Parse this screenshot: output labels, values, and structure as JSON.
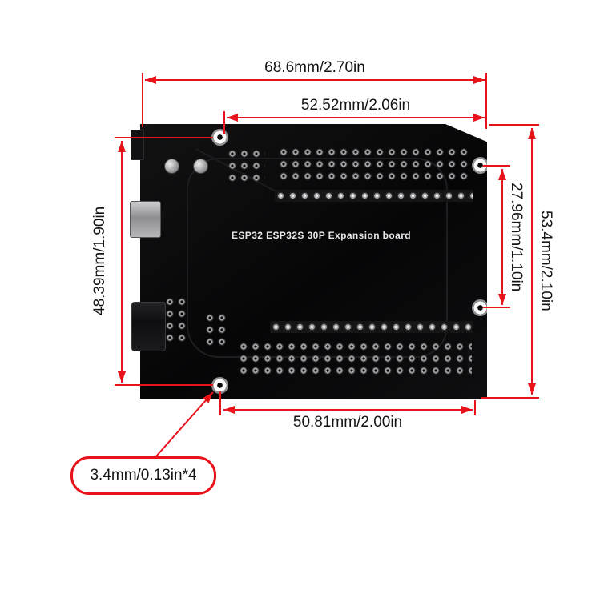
{
  "board": {
    "silkscreen_title": "ESP32 ESP32S 30P Expansion board"
  },
  "dimensions": {
    "overall_width": "68.6mm/2.70in",
    "header_span_width": "52.52mm/2.06in",
    "left_hole_height": "48.39mm/1.90in",
    "right_hole_spacing": "27.96mm/1.10in",
    "overall_height": "53.4mm/2.10in",
    "bottom_hole_width": "50.81mm/2.00in",
    "mounting_hole": "3.4mm/0.13in*4"
  },
  "colors": {
    "dimension_red": "#e8121a",
    "board_black": "#0b0b0c",
    "background": "#ffffff"
  }
}
